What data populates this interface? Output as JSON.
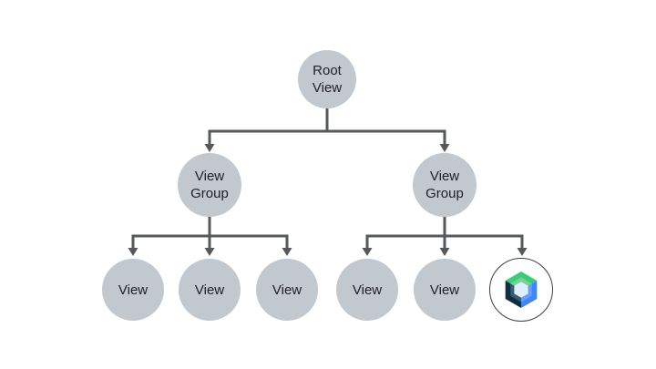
{
  "diagram": {
    "description": "View hierarchy tree: a root view with two view groups, each containing child views; the last child is represented by the Jetpack Compose logo",
    "nodes": {
      "root": {
        "label": "Root View"
      },
      "group_left": {
        "label": "View Group"
      },
      "group_right": {
        "label": "View Group"
      },
      "leaves": [
        "View",
        "View",
        "View",
        "View",
        "View"
      ],
      "compose": {
        "icon": "jetpack-compose-logo"
      }
    }
  },
  "colors": {
    "node-fill": "#C1C9CF",
    "line": "#55595C",
    "text": "#202124",
    "bg": "#FFFFFF",
    "compose-ring": "#3C4043",
    "compose-green": "#41C97A",
    "compose-green-light": "#6FD693",
    "compose-blue": "#4285F4",
    "compose-blue-light": "#64A1F6",
    "compose-navy": "#0A3042",
    "compose-slate": "#3D5B6E",
    "compose-center": "#DDEFFB"
  }
}
